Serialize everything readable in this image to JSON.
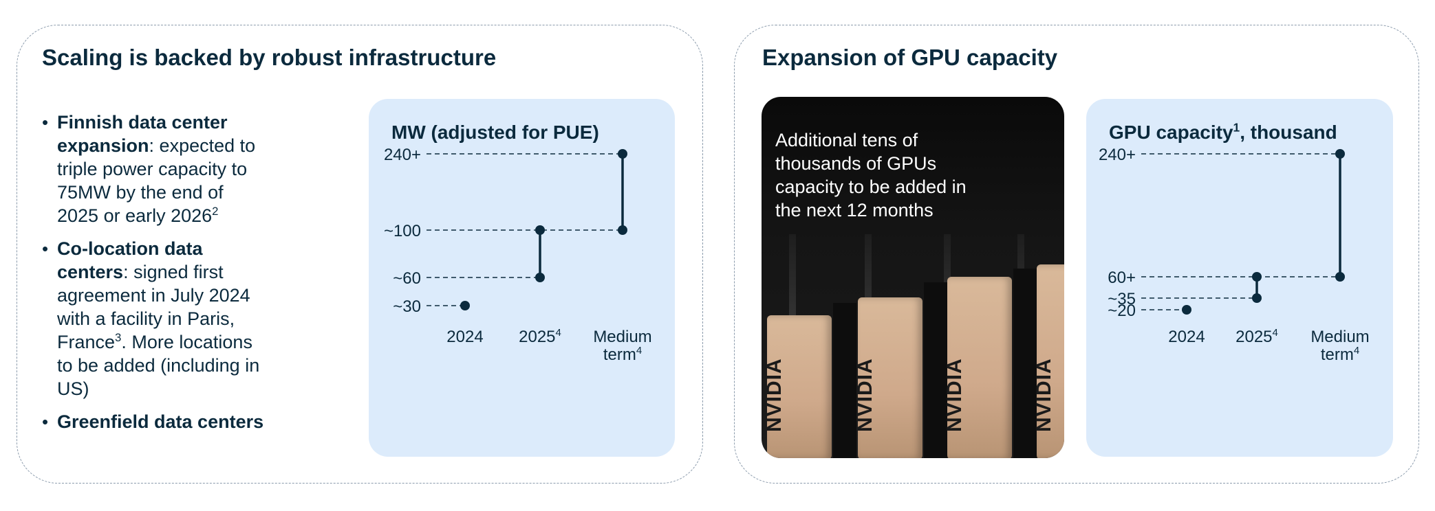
{
  "left_panel": {
    "title": "Scaling is backed by robust infrastructure",
    "bullets": [
      {
        "bold": "Finnish data center expansion",
        "text": ": expected to triple power capacity to 75MW by the end of 2025 or early 2026",
        "sup": "2",
        "after": ""
      },
      {
        "bold": "Co-location data centers",
        "text": ": signed first agreement in July 2024 with a facility in Paris, France",
        "sup": "3",
        "after": ". More locations to be added (including in US)"
      },
      {
        "bold": "Greenfield data centers",
        "text": "",
        "sup": "",
        "after": ""
      }
    ]
  },
  "right_panel": {
    "title": "Expansion of GPU capacity",
    "photo_caption": "Additional tens of thousands of GPUs capacity to be added in the next 12 months",
    "photo_brand": "NVIDIA"
  },
  "chart_data": [
    {
      "type": "scatter",
      "title": "MW (adjusted for PUE)",
      "categories": [
        {
          "label": "2024",
          "sup": ""
        },
        {
          "label": "2025",
          "sup": "4"
        },
        {
          "label": "Medium term",
          "sup": "4"
        }
      ],
      "y_labels": [
        "240+",
        "~100",
        "~60",
        "~30"
      ],
      "points": [
        {
          "x": "2024",
          "y": "~30",
          "value": 30
        },
        {
          "x": "2025",
          "y": "~60",
          "value": 60
        },
        {
          "x": "2025",
          "y": "~100",
          "value": 100
        },
        {
          "x": "Medium term",
          "y": "~100",
          "value": 100
        },
        {
          "x": "Medium term",
          "y": "240+",
          "value": 240
        }
      ],
      "colors": {
        "background": "#dcebfb",
        "mark": "#0b2a3d"
      }
    },
    {
      "type": "scatter",
      "title": "GPU capacity",
      "title_sup": "1",
      "title_suffix": ", thousand",
      "categories": [
        {
          "label": "2024",
          "sup": ""
        },
        {
          "label": "2025",
          "sup": "4"
        },
        {
          "label": "Medium term",
          "sup": "4"
        }
      ],
      "y_labels": [
        "240+",
        "60+",
        "~35",
        "~20"
      ],
      "points": [
        {
          "x": "2024",
          "y": "~20",
          "value": 20
        },
        {
          "x": "2025",
          "y": "~35",
          "value": 35
        },
        {
          "x": "2025",
          "y": "60+",
          "value": 60
        },
        {
          "x": "Medium term",
          "y": "60+",
          "value": 60
        },
        {
          "x": "Medium term",
          "y": "240+",
          "value": 240
        }
      ],
      "colors": {
        "background": "#dcebfb",
        "mark": "#0b2a3d"
      }
    }
  ]
}
